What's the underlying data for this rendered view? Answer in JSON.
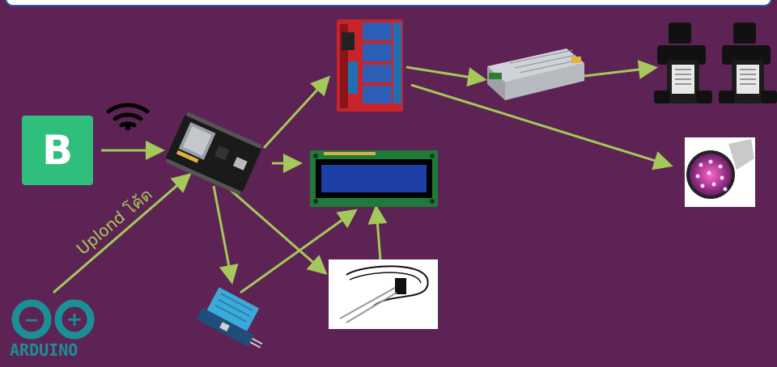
{
  "colors": {
    "background": "#5e2355",
    "arrow": "#a4c95a",
    "blynk_green": "#2fbe7c",
    "arduino_teal": "#1b8f96",
    "pcb_red": "#c8242a",
    "lcd_blue": "#1e3fa8",
    "lcd_board": "#1f7a3a",
    "dht_blue": "#3da9d8"
  },
  "blynk": {
    "letter": "B",
    "icon": "blynk-logo"
  },
  "wifi": {
    "icon": "wifi-icon"
  },
  "arduino": {
    "wordmark": "ARDUINO",
    "minus": "−",
    "plus": "+",
    "icon": "arduino-infinity-logo"
  },
  "upload_label": "Uplond โค้ด",
  "components": {
    "nodemcu": {
      "icon": "esp8266-nodemcu-board"
    },
    "relay": {
      "icon": "4-channel-relay-module"
    },
    "lcd": {
      "icon": "lcd-16x2-display"
    },
    "dht": {
      "icon": "dht11-sensor"
    },
    "soil_sensor": {
      "icon": "soil-moisture-probe"
    },
    "power_supply": {
      "icon": "switching-power-supply"
    },
    "pump_1": {
      "icon": "water-pump"
    },
    "pump_2": {
      "icon": "water-pump"
    },
    "grow_light": {
      "icon": "led-grow-light-bulb"
    }
  }
}
